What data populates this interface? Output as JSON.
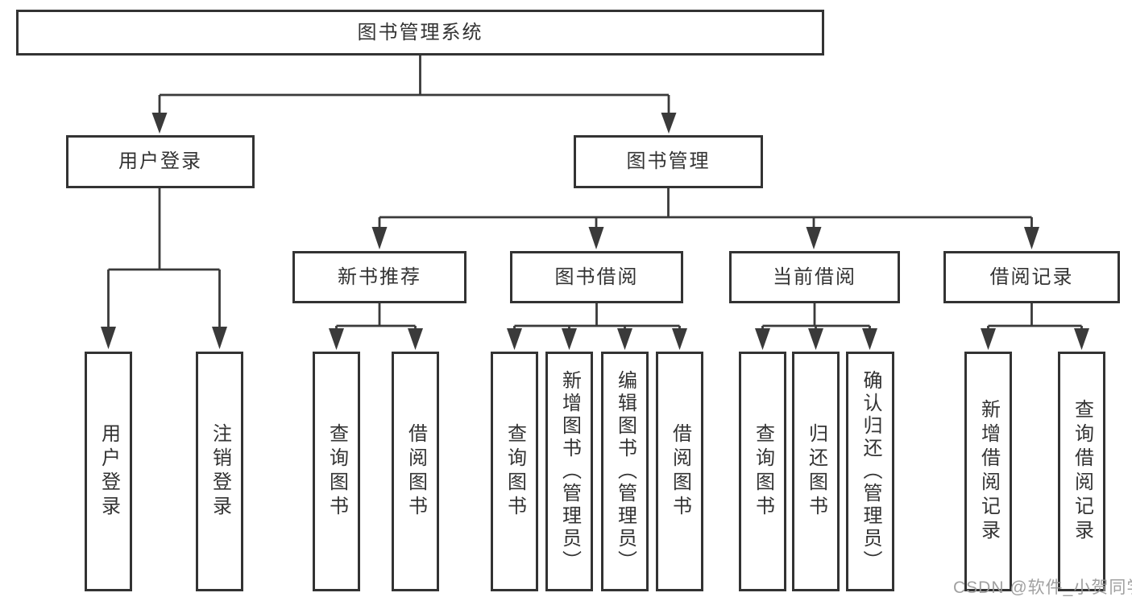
{
  "diagram": {
    "nodes": {
      "root": {
        "label": "图书管理系统"
      },
      "user_login": {
        "label": "用户登录"
      },
      "book_management": {
        "label": "图书管理"
      },
      "new_book_recommend": {
        "label": "新书推荐"
      },
      "book_borrow": {
        "label": "图书借阅"
      },
      "current_borrow": {
        "label": "当前借阅"
      },
      "borrow_record": {
        "label": "借阅记录"
      },
      "leaf_user_login": {
        "label": "用户登录"
      },
      "leaf_logout": {
        "label": "注销登录"
      },
      "leaf_nb_query_book": {
        "label": "查询图书"
      },
      "leaf_nb_borrow_book": {
        "label": "借阅图书"
      },
      "leaf_bb_query_book": {
        "label": "查询图书"
      },
      "leaf_bb_add_book": {
        "label": "新增图书（管理员）"
      },
      "leaf_bb_edit_book": {
        "label": "编辑图书（管理员）"
      },
      "leaf_bb_borrow_book": {
        "label": "借阅图书"
      },
      "leaf_cb_query_book": {
        "label": "查询图书"
      },
      "leaf_cb_return_book": {
        "label": "归还图书"
      },
      "leaf_cb_confirm_return": {
        "label": "确认归还（管理员）"
      },
      "leaf_br_add_record": {
        "label": "新增借阅记录"
      },
      "leaf_br_query_record": {
        "label": "查询借阅记录"
      }
    },
    "hierarchy": {
      "root": [
        "user_login",
        "book_management"
      ],
      "user_login": [
        "leaf_user_login",
        "leaf_logout"
      ],
      "book_management": [
        "new_book_recommend",
        "book_borrow",
        "current_borrow",
        "borrow_record"
      ],
      "new_book_recommend": [
        "leaf_nb_query_book",
        "leaf_nb_borrow_book"
      ],
      "book_borrow": [
        "leaf_bb_query_book",
        "leaf_bb_add_book",
        "leaf_bb_edit_book",
        "leaf_bb_borrow_book"
      ],
      "current_borrow": [
        "leaf_cb_query_book",
        "leaf_cb_return_book",
        "leaf_cb_confirm_return"
      ],
      "borrow_record": [
        "leaf_br_add_record",
        "leaf_br_query_record"
      ]
    },
    "colors": {
      "line": "#3a3a3a",
      "box_border": "#333333",
      "box_fill": "#ffffff",
      "text": "#333333",
      "watermark": "#999999"
    },
    "watermark": "CSDN @软件_小贺同学"
  }
}
